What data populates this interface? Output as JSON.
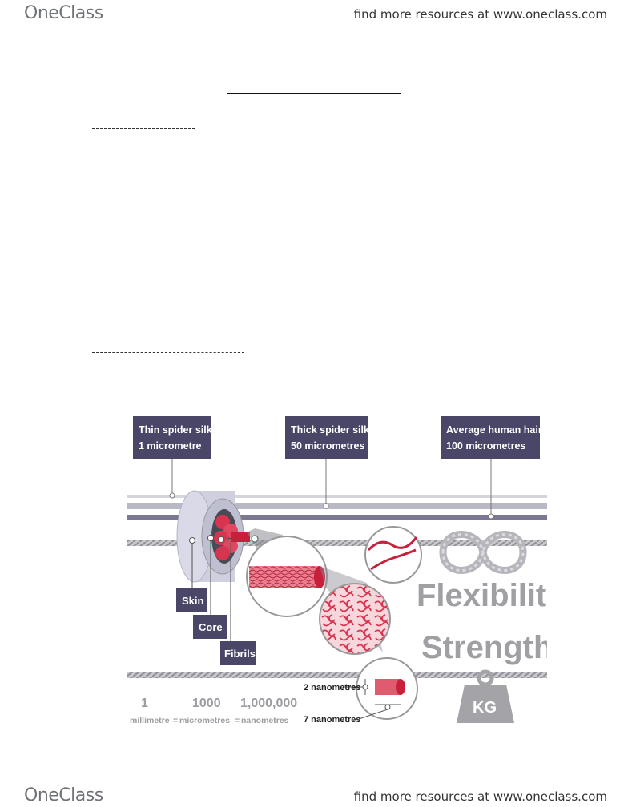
{
  "header": {
    "brand": "OneClass",
    "resources": "find more resources at www.oneclass.com"
  },
  "footer": {
    "brand": "OneClass",
    "resources": "find more resources at www.oneclass.com"
  },
  "figure": {
    "callouts": {
      "thin_silk_1": "Thin spider silk",
      "thin_silk_2": "1 micrometre",
      "thick_silk_1": "Thick spider silk",
      "thick_silk_2": "50 micrometres",
      "hair_1": "Average human hair",
      "hair_2": "100 micrometres"
    },
    "parts": {
      "skin": "Skin",
      "core": "Core",
      "fibrils": "Fibrils"
    },
    "properties": {
      "flexibility": "Flexibility",
      "strength": "Strength",
      "weight": "KG"
    },
    "scale": {
      "n1": "1",
      "n2": "1000",
      "n3": "1,000,000",
      "u1": "millimetre",
      "eq1": "=",
      "u2": "micrometres",
      "eq2": "=",
      "u3": "nanometres"
    },
    "dimensions": {
      "d2": "2 nanometres",
      "d7": "7 nanometres"
    },
    "colors": {
      "callout_bg": "#4a4668",
      "silk_red": "#d8344f",
      "gray_text": "#a0a0a4"
    }
  }
}
